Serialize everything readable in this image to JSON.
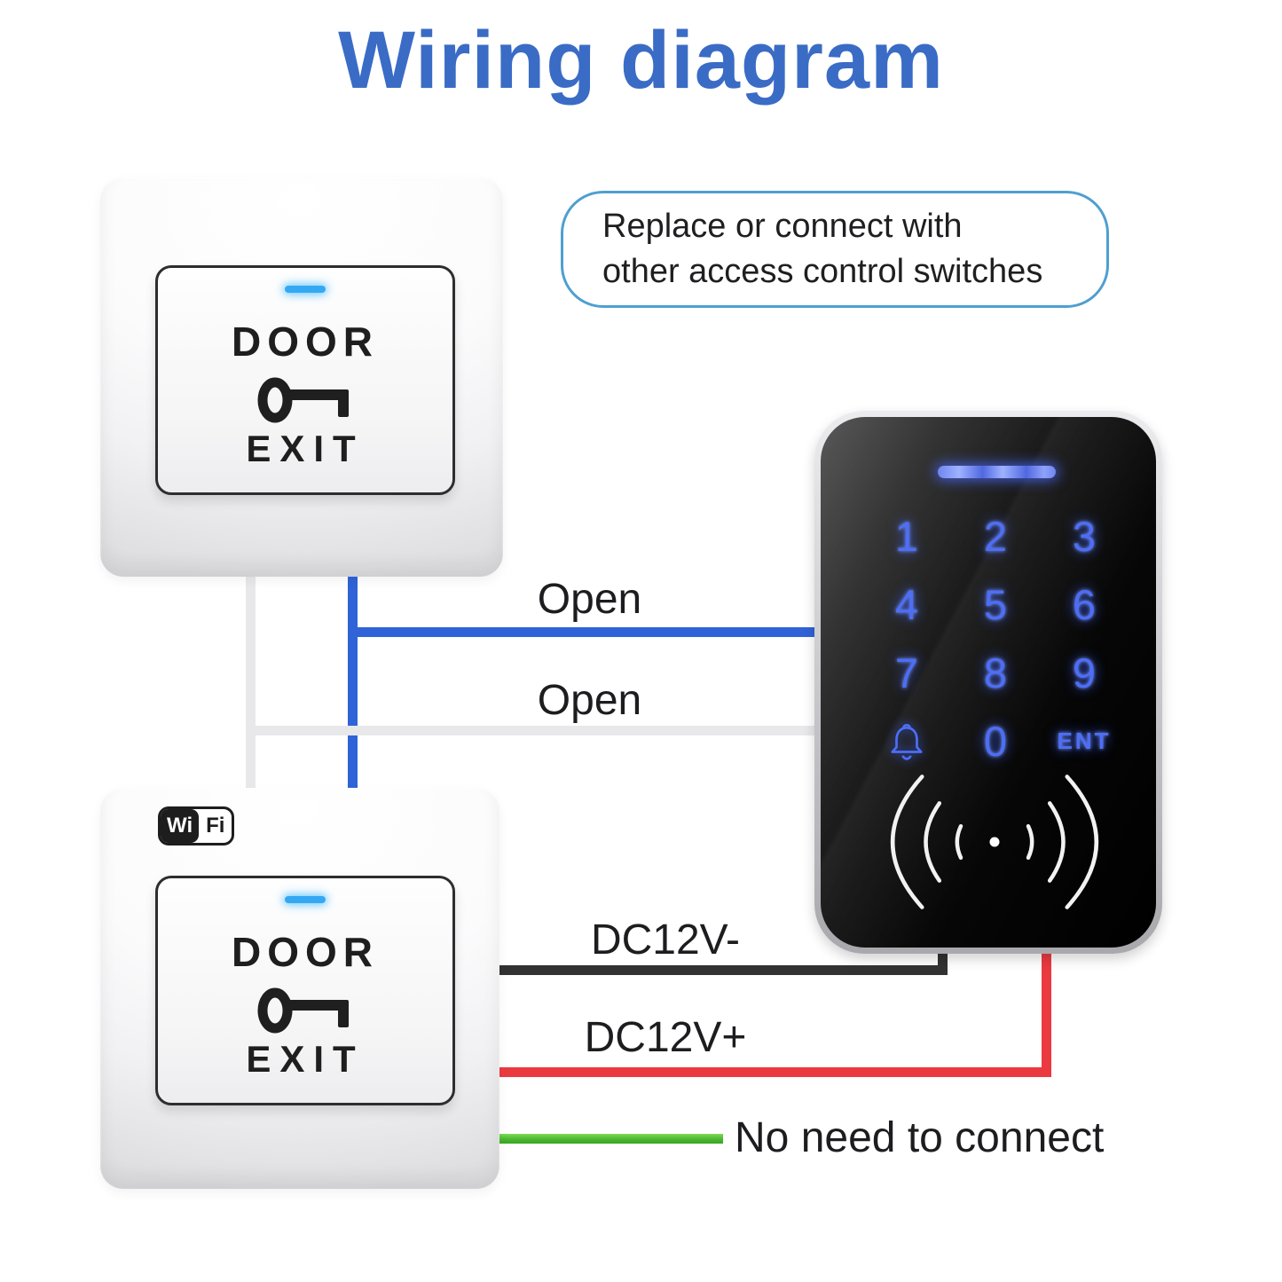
{
  "title": "Wiring diagram",
  "callout": {
    "line1": "Replace or connect with",
    "line2": "other access control switches"
  },
  "exit_button_top": {
    "door": "DOOR",
    "exit": "EXIT"
  },
  "exit_button_bottom": {
    "door": "DOOR",
    "exit": "EXIT",
    "wifi": {
      "left": "Wi",
      "right": "Fi"
    }
  },
  "keypad": {
    "rows": [
      [
        "1",
        "2",
        "3"
      ],
      [
        "4",
        "5",
        "6"
      ],
      [
        "7",
        "8",
        "9"
      ]
    ],
    "bottom_row": {
      "bell_icon": "bell-icon",
      "zero": "0",
      "enter": "ENT"
    }
  },
  "wire_labels": {
    "open_top": "Open",
    "open_bottom": "Open",
    "dc_minus": "DC12V-",
    "dc_plus": "DC12V+",
    "no_connect": "No need to connect"
  },
  "icons": [
    "wifi-logo",
    "key-icon",
    "bell-icon",
    "rfid-reader-icon",
    "led-indicator"
  ],
  "colors": {
    "title_blue": "#3a6cc6",
    "callout_border": "#4f9fd0",
    "wire_blue": "#2f63d7",
    "wire_white": "#e8e8ea",
    "wire_black": "#323232",
    "wire_red": "#ea3a40",
    "wire_green": "#49b92f",
    "keypad_glow_blue": "#4d6ef5",
    "switch_led_cyan": "#35a8f3"
  }
}
